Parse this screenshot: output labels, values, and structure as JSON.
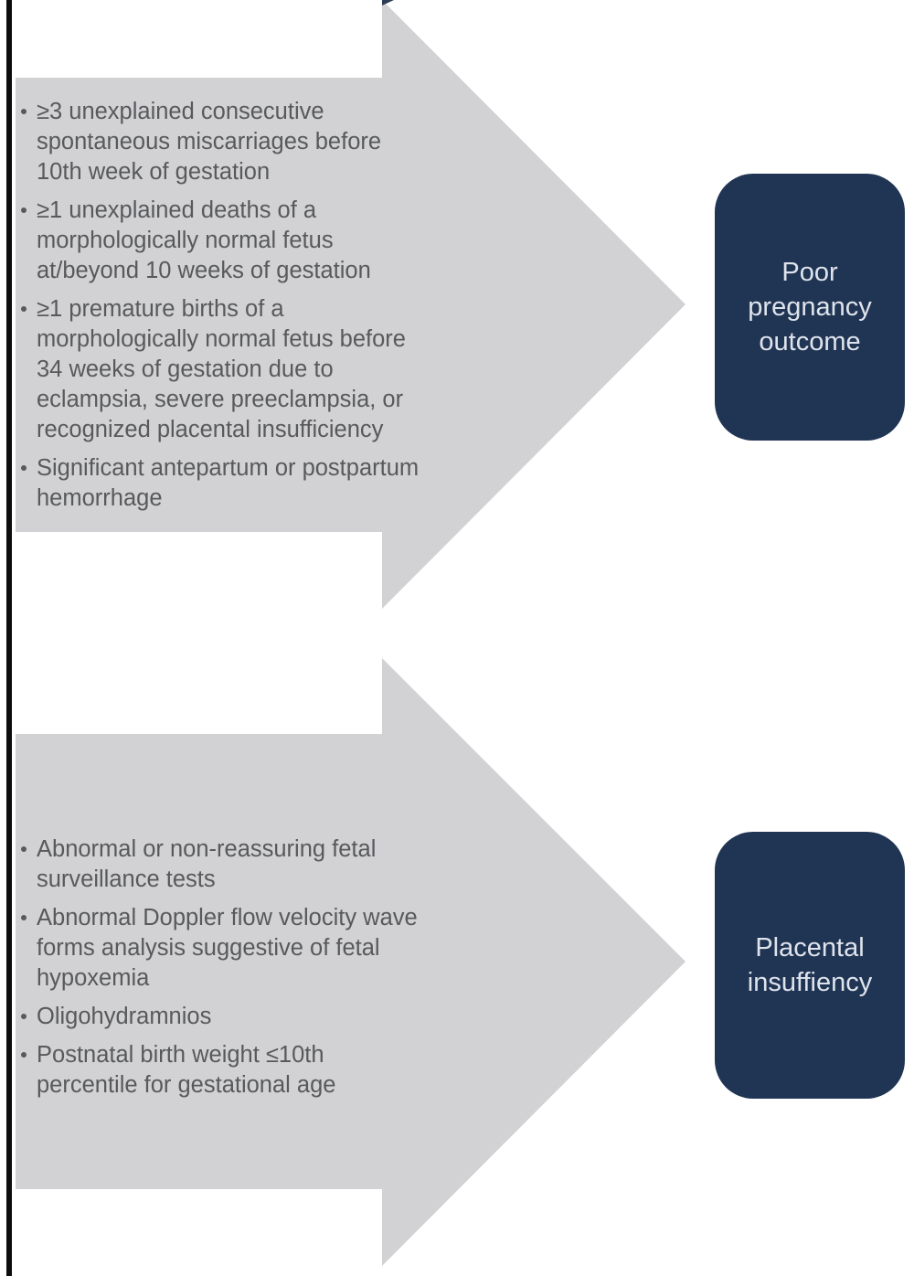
{
  "colors": {
    "arrow_gray": "#d2d2d4",
    "navy": "#203454",
    "text_gray": "#58595b",
    "box_text": "#dfe4ec",
    "edge_black": "#0d0d0d",
    "page_bg": "#ffffff"
  },
  "diagram": {
    "sections": [
      {
        "bullets": [
          "≥3 unexplained consecutive\nspontaneous miscarriages before\n10th week of gestation",
          "≥1 unexplained deaths of a\nmorphologically normal fetus\nat/beyond 10 weeks of gestation",
          "≥1 premature births of a\nmorphologically normal fetus before\n34 weeks of gestation due to\neclampsia, severe preeclampsia, or\nrecognized placental insufficiency",
          "Significant antepartum or postpartum\nhemorrhage"
        ],
        "label": "Poor\npregnancy\noutcome"
      },
      {
        "bullets": [
          "Abnormal or non-reassuring fetal\nsurveillance tests",
          "Abnormal Doppler flow velocity wave\nforms analysis suggestive of fetal\nhypoxemia",
          "Oligohydramnios",
          "Postnatal birth weight ≤10th\npercentile for gestational age"
        ],
        "label": "Placental\ninsuffiency"
      }
    ]
  }
}
